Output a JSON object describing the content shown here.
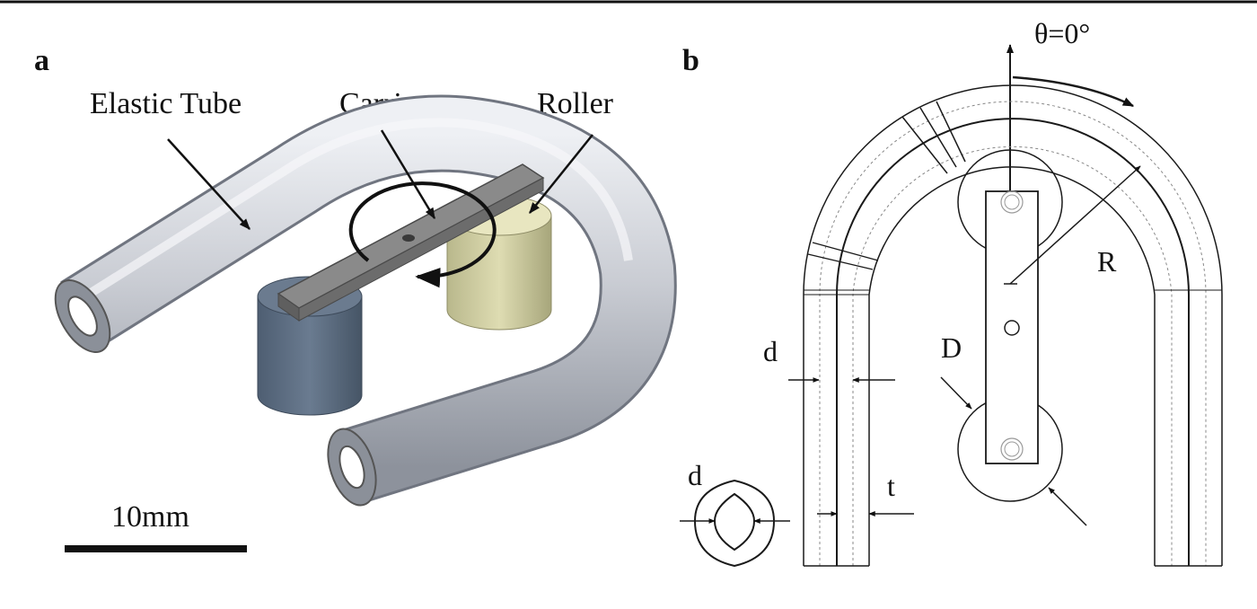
{
  "panel_a": {
    "letter": "a",
    "labels": {
      "elastic_tube": "Elastic Tube",
      "carrier": "Carrier",
      "roller": "Roller"
    },
    "scale_bar": "10mm"
  },
  "panel_b": {
    "letter": "b",
    "theta": "θ=0°",
    "radius": "R",
    "tube_inner_diameter": "d",
    "roller_diameter": "D",
    "wall_thickness": "t",
    "cross_section_label": "d"
  },
  "colors": {
    "tube": "#c9ccd3",
    "carrier": "#7c7c7c",
    "roller_front": "#5b6b7e",
    "roller_back": "#d3d2a8",
    "line": "#1a1a1a"
  }
}
